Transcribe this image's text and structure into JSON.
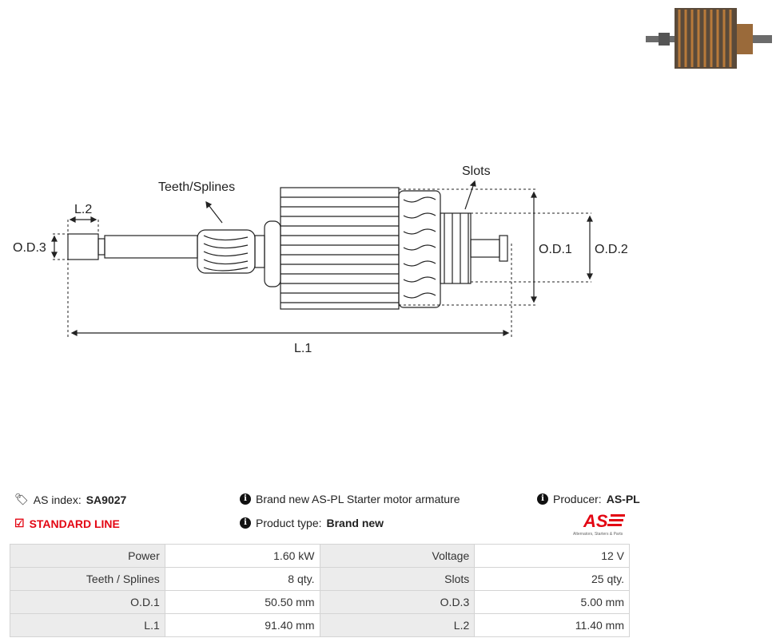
{
  "product": {
    "as_index_label": "AS index:",
    "as_index_value": "SA9027",
    "standard_line": "STANDARD LINE",
    "description": "Brand new AS-PL Starter motor armature",
    "product_type_label": "Product type:",
    "product_type_value": "Brand new",
    "producer_label": "Producer:",
    "producer_value": "AS-PL",
    "logo_text": "AS",
    "logo_tagline": "Alternators, Starters & Parts"
  },
  "diagram": {
    "teeth": "Teeth/Splines",
    "slots": "Slots",
    "l2": "L.2",
    "l1": "L.1",
    "od1": "O.D.1",
    "od2": "O.D.2",
    "od3": "O.D.3"
  },
  "specs": [
    {
      "l1": "Power",
      "v1": "1.60 kW",
      "l2": "Voltage",
      "v2": "12 V"
    },
    {
      "l1": "Teeth / Splines",
      "v1": "8 qty.",
      "l2": "Slots",
      "v2": "25 qty."
    },
    {
      "l1": "O.D.1",
      "v1": "50.50 mm",
      "l2": "O.D.3",
      "v2": "5.00 mm"
    },
    {
      "l1": "L.1",
      "v1": "91.40 mm",
      "l2": "L.2",
      "v2": "11.40 mm"
    }
  ]
}
